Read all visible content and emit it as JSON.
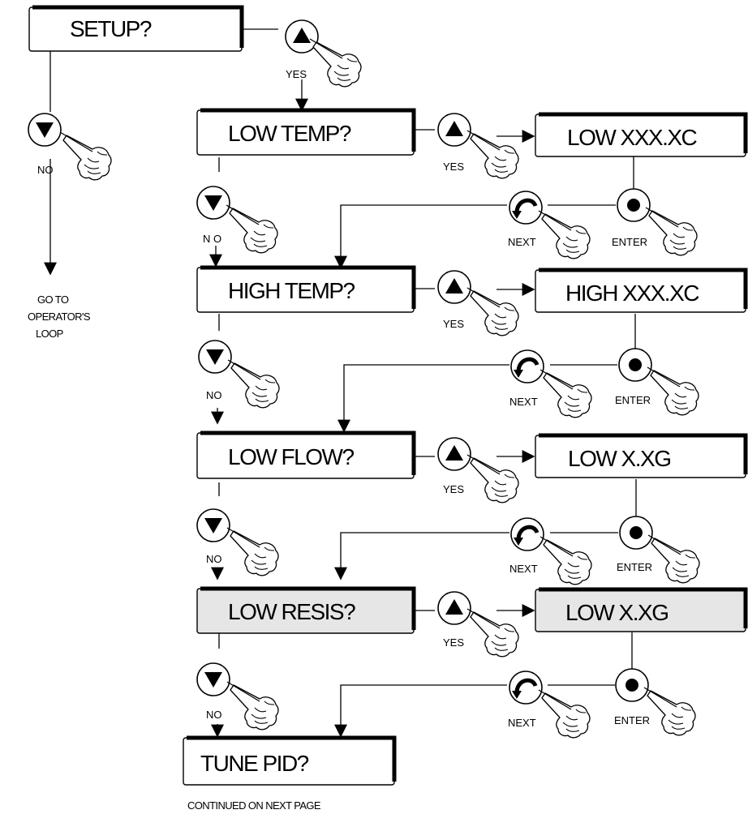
{
  "displays": {
    "setup": "SETUP?",
    "low_temp": "LOW TEMP?",
    "low_temp_value": "LOW XXX.XC",
    "high_temp": "HIGH TEMP?",
    "high_temp_value": "HIGH XXX.XC",
    "low_flow": "LOW FLOW?",
    "low_flow_value": "LOW X.XG",
    "low_resis": "LOW RESIS?",
    "low_resis_value": "LOW X.XG",
    "tune_pid": "TUNE PID?"
  },
  "labels": {
    "yes": "YES",
    "no": "NO",
    "no_spaced": "N O",
    "next": "NEXT",
    "enter": "ENTER"
  },
  "notes": {
    "goto_line1": "GO TO",
    "goto_line2": "OPERATOR'S",
    "goto_line3": "LOOP",
    "continued": "CONTINUED ON NEXT PAGE"
  },
  "colors": {
    "shaded_display": "#e6e6e6",
    "display": "#ffffff",
    "ink": "#000000"
  },
  "icons": {
    "up_button": "up-triangle-icon",
    "down_button": "down-triangle-icon",
    "next_button": "counterclockwise-arrow-icon",
    "enter_button": "dot-icon",
    "pointer": "pointing-hand-icon"
  }
}
